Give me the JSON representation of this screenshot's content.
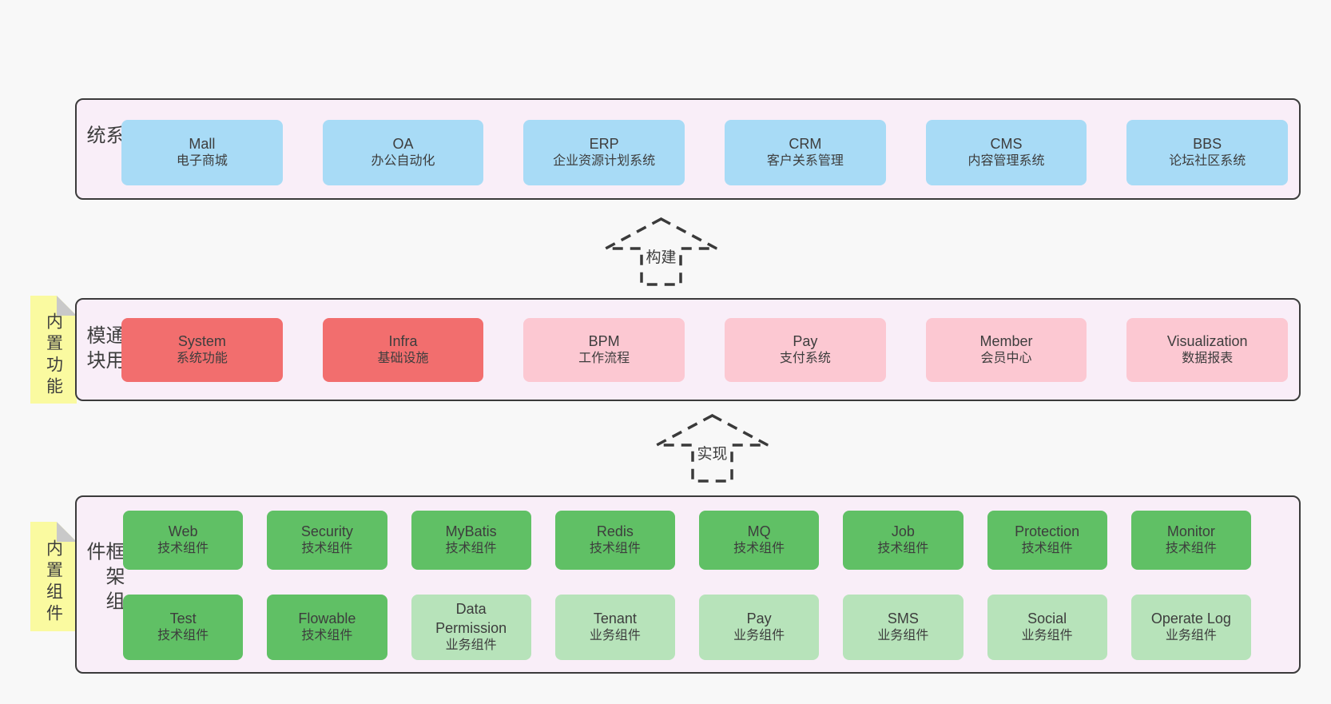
{
  "palette": {
    "page_bg": "#f8f8f8",
    "section_bg": "#f9eef8",
    "section_border": "#3b3b3b",
    "blue": "#a8dbf6",
    "red": "#f26e6e",
    "pink": "#fcc8d2",
    "green_dark": "#60c065",
    "green_light": "#b7e3ba",
    "yellow": "#fafaa0",
    "fold_gray": "#c9c9c9",
    "text": "#3d3d3d",
    "arrow": "#3a3a3a"
  },
  "arrows": {
    "build": "构建",
    "implement": "实现"
  },
  "sections": {
    "business": {
      "label": "业务系统",
      "boxes": [
        {
          "title": "Mall",
          "subtitle": "电子商城"
        },
        {
          "title": "OA",
          "subtitle": "办公自动化"
        },
        {
          "title": "ERP",
          "subtitle": "企业资源计划系统"
        },
        {
          "title": "CRM",
          "subtitle": "客户关系管理"
        },
        {
          "title": "CMS",
          "subtitle": "内容管理系统"
        },
        {
          "title": "BBS",
          "subtitle": "论坛社区系统"
        }
      ]
    },
    "modules": {
      "label": "通用模块",
      "note": "内置功能",
      "boxes": [
        {
          "title": "System",
          "subtitle": "系统功能",
          "variant": "red"
        },
        {
          "title": "Infra",
          "subtitle": "基础设施",
          "variant": "red"
        },
        {
          "title": "BPM",
          "subtitle": "工作流程",
          "variant": "pink"
        },
        {
          "title": "Pay",
          "subtitle": "支付系统",
          "variant": "pink"
        },
        {
          "title": "Member",
          "subtitle": "会员中心",
          "variant": "pink"
        },
        {
          "title": "Visualization",
          "subtitle": "数据报表",
          "variant": "pink"
        }
      ]
    },
    "framework": {
      "label": "框架组件",
      "note": "内置组件",
      "row1": [
        {
          "title": "Web",
          "subtitle": "技术组件",
          "variant": "green_dark"
        },
        {
          "title": "Security",
          "subtitle": "技术组件",
          "variant": "green_dark"
        },
        {
          "title": "MyBatis",
          "subtitle": "技术组件",
          "variant": "green_dark"
        },
        {
          "title": "Redis",
          "subtitle": "技术组件",
          "variant": "green_dark"
        },
        {
          "title": "MQ",
          "subtitle": "技术组件",
          "variant": "green_dark"
        },
        {
          "title": "Job",
          "subtitle": "技术组件",
          "variant": "green_dark"
        },
        {
          "title": "Protection",
          "subtitle": "技术组件",
          "variant": "green_dark"
        },
        {
          "title": "Monitor",
          "subtitle": "技术组件",
          "variant": "green_dark"
        }
      ],
      "row2": [
        {
          "title": "Test",
          "subtitle": "技术组件",
          "variant": "green_dark"
        },
        {
          "title": "Flowable",
          "subtitle": "技术组件",
          "variant": "green_dark"
        },
        {
          "title": "Data Permission",
          "subtitle": "业务组件",
          "variant": "green_light"
        },
        {
          "title": "Tenant",
          "subtitle": "业务组件",
          "variant": "green_light"
        },
        {
          "title": "Pay",
          "subtitle": "业务组件",
          "variant": "green_light"
        },
        {
          "title": "SMS",
          "subtitle": "业务组件",
          "variant": "green_light"
        },
        {
          "title": "Social",
          "subtitle": "业务组件",
          "variant": "green_light"
        },
        {
          "title": "Operate Log",
          "subtitle": "业务组件",
          "variant": "green_light"
        }
      ]
    }
  }
}
